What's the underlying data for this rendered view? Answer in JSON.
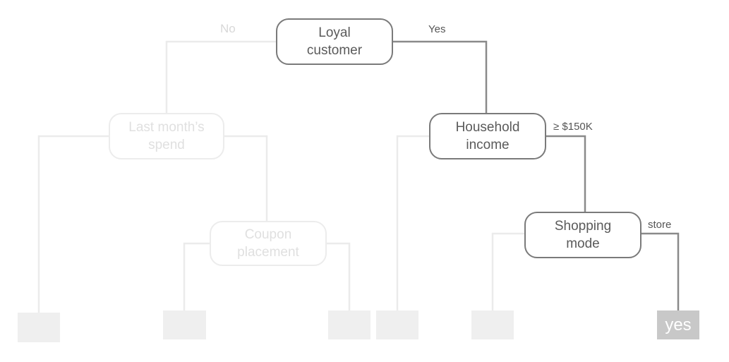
{
  "nodes": {
    "loyal_customer": "Loyal\ncustomer",
    "last_months_spend": "Last month’s\nspend",
    "household_income": "Household\nincome",
    "coupon_placement": "Coupon\nplacement",
    "shopping_mode": "Shopping\nmode"
  },
  "edges": {
    "no": "No",
    "yes": "Yes",
    "income_150k": "≥ $150K",
    "store": "store"
  },
  "leaves": {
    "final": "yes"
  },
  "colors": {
    "active_path": "#8a8a8a",
    "faded_path": "#ebebeb",
    "leaf_fill": "#efefef",
    "highlight_leaf": "#c8c8c8"
  }
}
